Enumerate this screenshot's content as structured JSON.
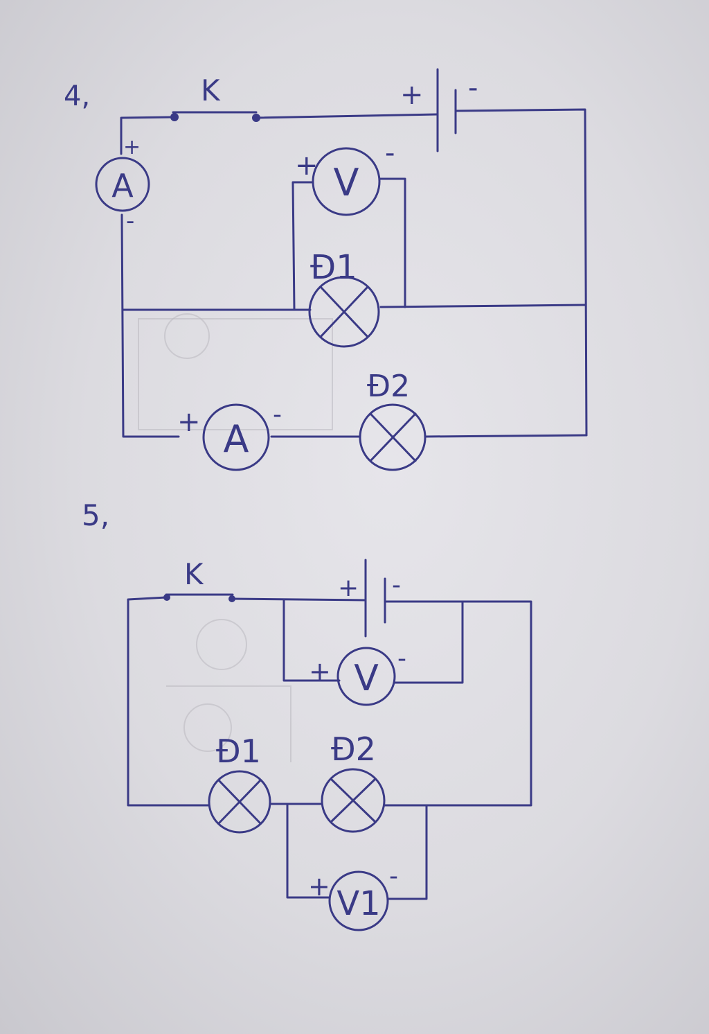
{
  "circuit4": {
    "number": "4,",
    "switch_label": "K",
    "battery": {
      "plus": "+",
      "minus": "-"
    },
    "ammeter_main": {
      "label": "A",
      "plus": "+",
      "minus": "-"
    },
    "voltmeter": {
      "label": "V",
      "plus": "+",
      "minus": "-"
    },
    "lamp1": {
      "label": "Đ1"
    },
    "lamp2": {
      "label": "Đ2"
    },
    "ammeter_branch": {
      "label": "A",
      "plus": "+",
      "minus": "-"
    }
  },
  "circuit5": {
    "number": "5,",
    "switch_label": "K",
    "battery": {
      "plus": "+",
      "minus": "-"
    },
    "voltmeter": {
      "label": "V",
      "plus": "+",
      "minus": "-"
    },
    "lamp1": {
      "label": "Đ1"
    },
    "lamp2": {
      "label": "Đ2"
    },
    "voltmeter1": {
      "label": "V1",
      "plus": "+",
      "minus": "-"
    }
  },
  "colors": {
    "ink": "#3a3a86",
    "paper": "#dcdbe0"
  }
}
